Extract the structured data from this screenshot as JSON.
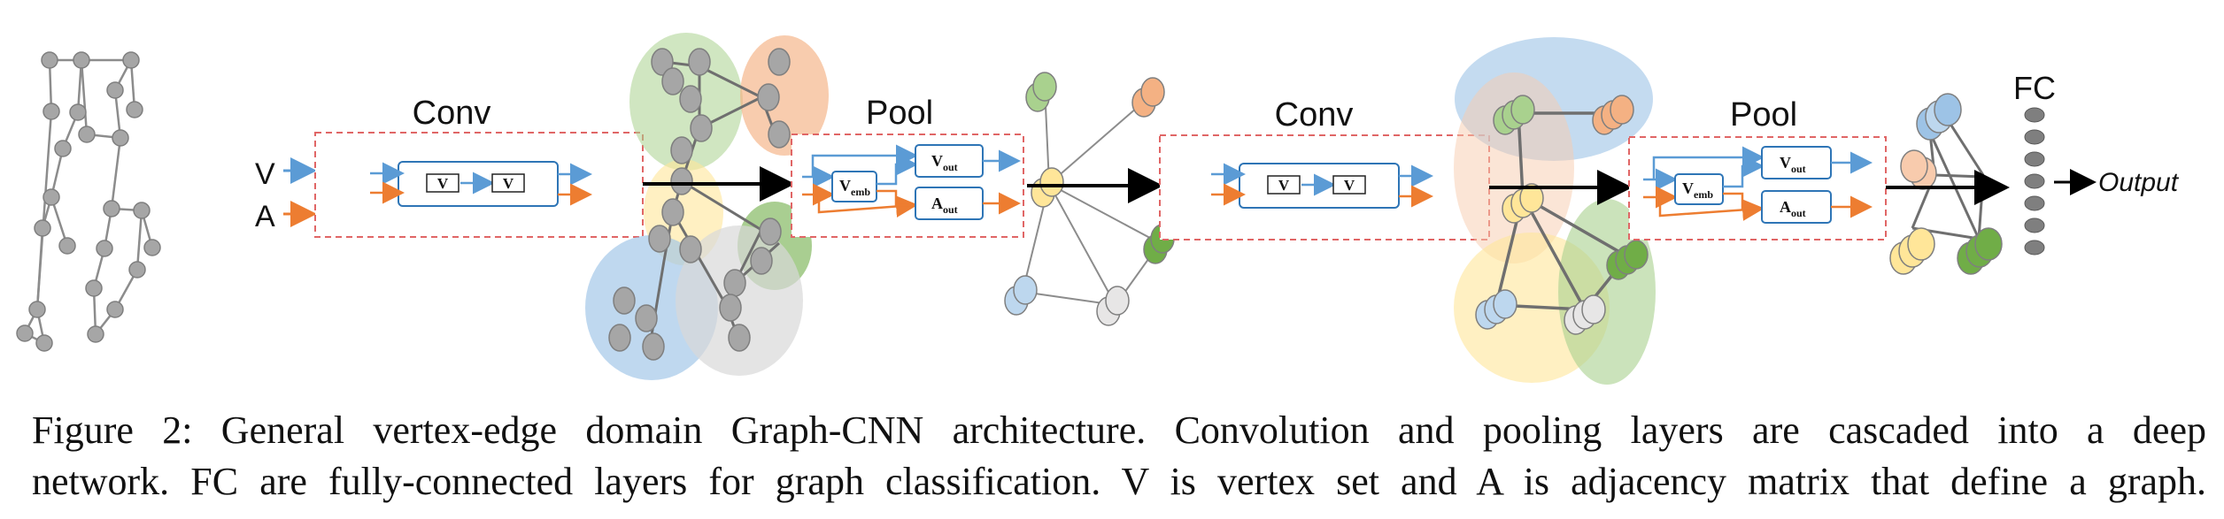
{
  "figure": {
    "stage_labels": [
      "Conv",
      "Pool",
      "Conv",
      "Pool"
    ],
    "input_labels": {
      "v": "V",
      "a": "A"
    },
    "inner_block_label": "V",
    "pool_labels": {
      "emb_base": "V",
      "emb_sub": "emb",
      "vout_base": "V",
      "vout_sub": "out",
      "aout_base": "A",
      "aout_sub": "out"
    },
    "fc_label": "FC",
    "output_label": "Output",
    "colors": {
      "v_arrow": "#5b9bd5",
      "a_arrow": "#ed7d31",
      "dashed_box": "#e06666",
      "node": "#a6a6a6",
      "block_border": "#2e75b6"
    }
  },
  "caption": {
    "line1": "Figure 2: General vertex-edge domain Graph-CNN architecture. Convolution and pooling layers are cascaded into a deep",
    "line2": "network. FC are fully-connected layers for graph classification. V is vertex set and A is adjacency matrix that define a graph."
  }
}
